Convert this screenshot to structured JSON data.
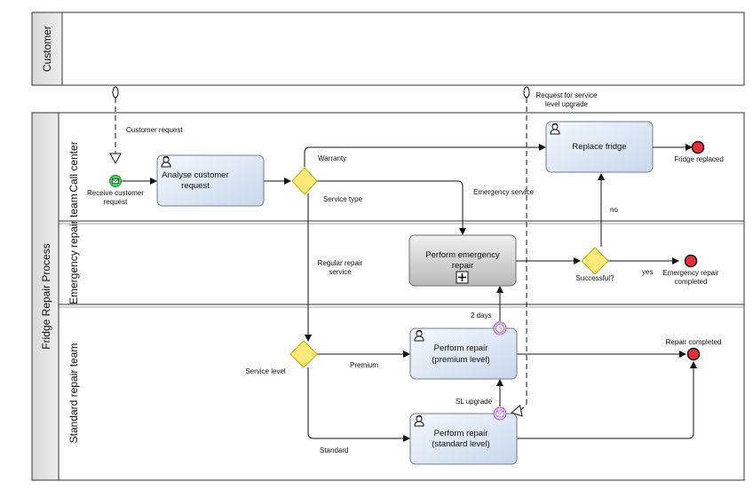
{
  "pools": {
    "customer": {
      "title": "Customer"
    },
    "process": {
      "title": "Fridge Repair Process",
      "lanes": {
        "call_center": "Call center",
        "emergency": "Emergency repair team",
        "standard": "Standard repair team"
      }
    }
  },
  "tasks": {
    "analyse": [
      "Analyse customer",
      "request"
    ],
    "replace": [
      "Replace fridge"
    ],
    "emergency": [
      "Perform emergency",
      "repair"
    ],
    "premium": [
      "Perform repair",
      "(premium level)"
    ],
    "standard": [
      "Perform repair",
      "(standard level)"
    ]
  },
  "events": {
    "receive": [
      "Receive customer",
      "request"
    ],
    "fridge_replaced": [
      "Fridge replaced"
    ],
    "emergency_completed": [
      "Emergency repair",
      "completed"
    ],
    "repair_completed": [
      "Repair completed"
    ]
  },
  "gateways": {
    "service_type": "Service type",
    "successful": "Successful?",
    "service_level": "Service level"
  },
  "messages": {
    "customer_request": "Customer request",
    "sl_upgrade_request": [
      "Request for service",
      "level upgrade"
    ]
  },
  "flows": {
    "warranty": "Warranty",
    "emergency_service": "Emergency service",
    "regular_repair": [
      "Regular repair",
      "service"
    ],
    "no": "no",
    "yes": "yes",
    "premium": "Premium",
    "standard": "Standard",
    "two_days": "2 days",
    "sl_upgrade": "SL upgrade"
  },
  "colors": {
    "task_fill_top": "#f4f8fd",
    "task_fill_bottom": "#c9d8ec",
    "task_stroke": "#6e7d92",
    "emergency_fill_top": "#f0f0f0",
    "emergency_fill_bottom": "#b9b9b9",
    "gateway_fill": "#ffe97a",
    "gateway_stroke": "#c8a600",
    "start_fill": "#3fd35a",
    "end_fill": "#e8303a",
    "timer_fill": "#e7c8f2",
    "pool_header": "#e6e6e6"
  }
}
